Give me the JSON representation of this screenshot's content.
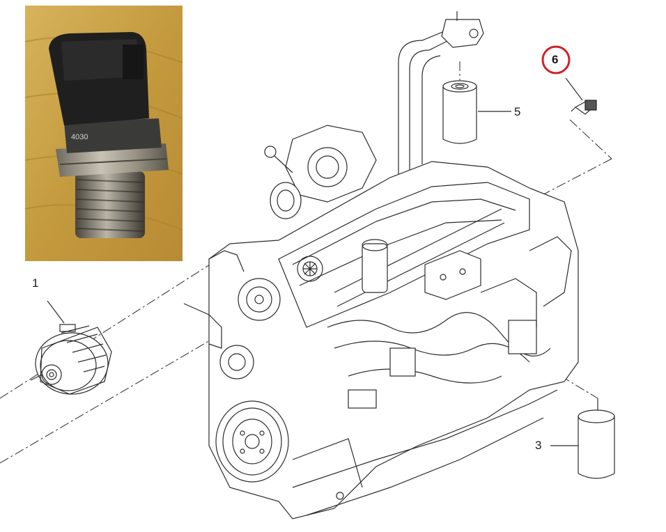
{
  "callouts": {
    "c1": "1",
    "c3": "3",
    "c5": "5",
    "c6": "6"
  },
  "photo": {
    "part_marking": "4030",
    "subject": "fuel-rail-pressure-sensor"
  },
  "colors": {
    "line": "#2a2a2a",
    "highlight_ring": "#d0212b",
    "photo_wood": "#c7a24c",
    "sensor_body": "#1f1f1f",
    "sensor_metal": "#a8a396"
  },
  "icons": {
    "engine": "engine-drawing",
    "alternator": "alternator-drawing",
    "filter_5": "fuel-filter-drawing",
    "filter_3": "oil-filter-drawing",
    "sensor_6": "pressure-sensor-drawing"
  }
}
